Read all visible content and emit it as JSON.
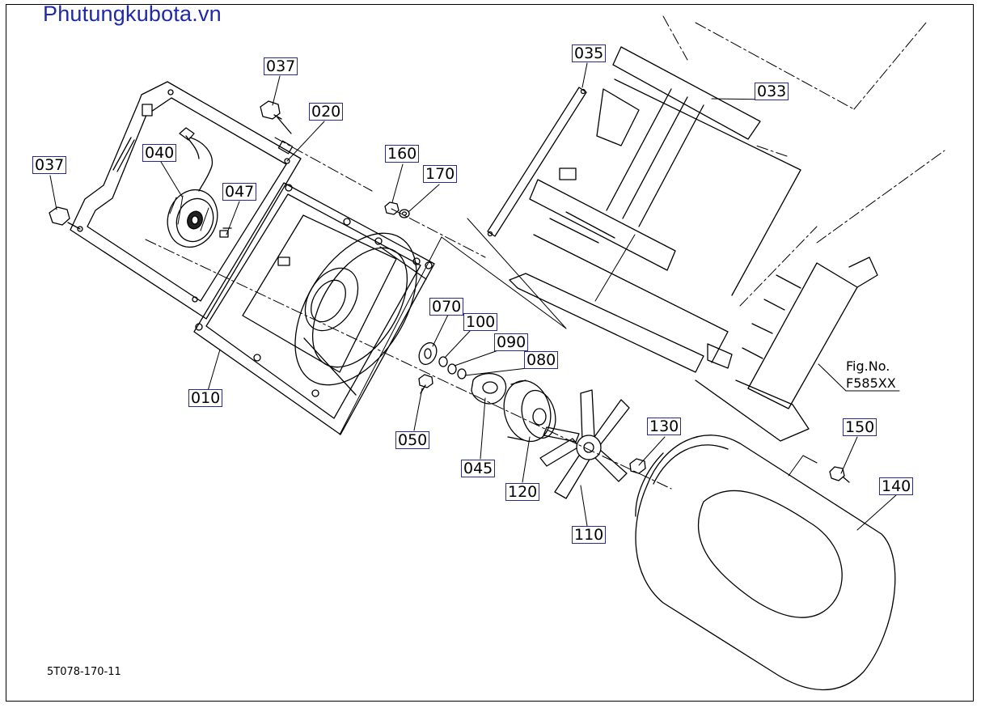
{
  "watermark": "Phutungkubota.vn",
  "figure": {
    "fig_label": "Fig.No.",
    "fig_number": "F585XX",
    "drawing_number": "5T078-170-11"
  },
  "parts": [
    {
      "id": "010"
    },
    {
      "id": "020"
    },
    {
      "id": "033"
    },
    {
      "id": "035"
    },
    {
      "id": "037",
      "instance": "top"
    },
    {
      "id": "037",
      "instance": "left"
    },
    {
      "id": "040"
    },
    {
      "id": "045"
    },
    {
      "id": "047"
    },
    {
      "id": "050"
    },
    {
      "id": "070"
    },
    {
      "id": "080"
    },
    {
      "id": "090"
    },
    {
      "id": "100"
    },
    {
      "id": "110"
    },
    {
      "id": "120"
    },
    {
      "id": "130"
    },
    {
      "id": "140"
    },
    {
      "id": "150"
    },
    {
      "id": "160"
    },
    {
      "id": "170"
    }
  ],
  "colors": {
    "callout_border": "#2b2b8c",
    "watermark": "#1f2aa8",
    "line": "#000000"
  }
}
